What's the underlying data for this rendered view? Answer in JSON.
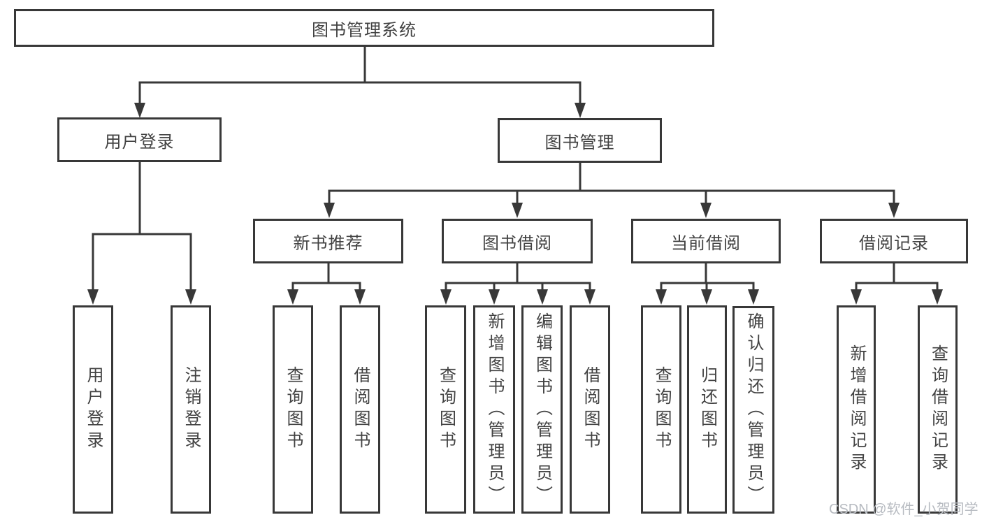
{
  "hierarchy": {
    "label": "图书管理系统",
    "children": [
      {
        "label": "用户登录",
        "children": [
          {
            "label": "用户登录"
          },
          {
            "label": "注销登录"
          }
        ]
      },
      {
        "label": "图书管理",
        "children": [
          {
            "label": "新书推荐",
            "children": [
              {
                "label": "查询图书"
              },
              {
                "label": "借阅图书"
              }
            ]
          },
          {
            "label": "图书借阅",
            "children": [
              {
                "label": "查询图书"
              },
              {
                "label": "新增图书（管理员）"
              },
              {
                "label": "编辑图书（管理员）"
              },
              {
                "label": "借阅图书"
              }
            ]
          },
          {
            "label": "当前借阅",
            "children": [
              {
                "label": "查询图书"
              },
              {
                "label": "归还图书"
              },
              {
                "label": "确认归还（管理员）"
              }
            ]
          },
          {
            "label": "借阅记录",
            "children": [
              {
                "label": "新增借阅记录"
              },
              {
                "label": "查询借阅记录"
              }
            ]
          }
        ]
      }
    ]
  },
  "watermark": "CSDN @软件_小贺同学",
  "colors": {
    "line": "#383838",
    "box_border": "#383838",
    "text": "#424242",
    "watermark": "#b7bbc1",
    "background": "#ffffff"
  }
}
